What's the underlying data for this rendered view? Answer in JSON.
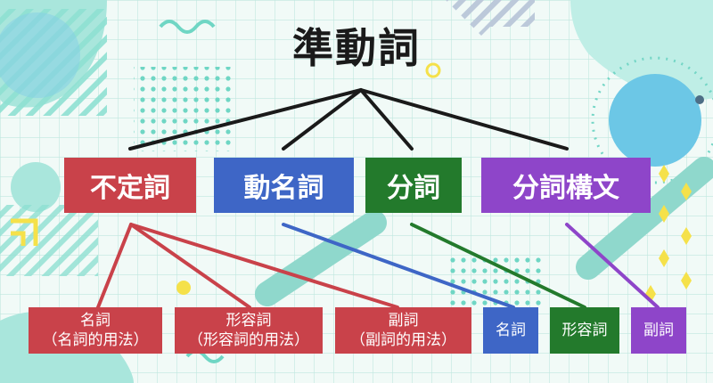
{
  "title": "準動詞",
  "categories": [
    {
      "label": "不定詞",
      "color": "#c9424a"
    },
    {
      "label": "動名詞",
      "color": "#3e66c6"
    },
    {
      "label": "分詞",
      "color": "#237a2c"
    },
    {
      "label": "分詞構文",
      "color": "#8e45c9"
    }
  ],
  "usages": [
    {
      "line1": "名詞",
      "line2": "（名詞的用法）"
    },
    {
      "line1": "形容詞",
      "line2": "（形容詞的用法）"
    },
    {
      "line1": "副詞",
      "line2": "（副詞的用法）"
    },
    {
      "line1": "名詞"
    },
    {
      "line1": "形容詞"
    },
    {
      "line1": "副詞"
    }
  ],
  "colors": {
    "tree_line": "#1a1a1a",
    "red": "#c9424a",
    "blue": "#3e66c6",
    "green": "#237a2c",
    "purple": "#8e45c9"
  }
}
